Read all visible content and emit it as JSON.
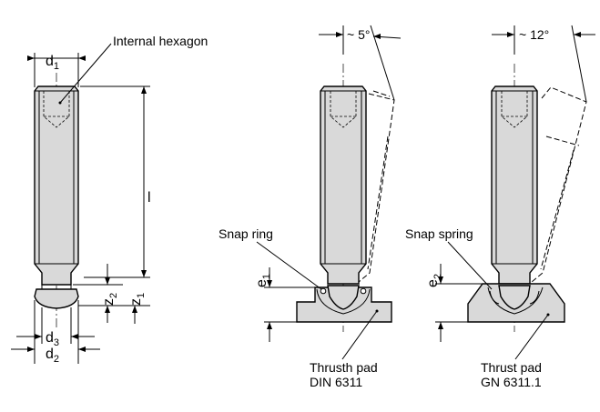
{
  "labels": {
    "internal_hexagon": "Internal hexagon",
    "snap_ring": "Snap ring",
    "snap_spring": "Snap spring",
    "thrust_pad_din_line1": "Thrusth pad",
    "thrust_pad_din_line2": "DIN 6311",
    "thrust_pad_gn_line1": "Thrust pad",
    "thrust_pad_gn_line2": "GN 6311.1",
    "angle_5": "~ 5°",
    "angle_12": "~ 12°"
  },
  "dimensions": {
    "d1": {
      "main": "d",
      "sub": "1"
    },
    "d2": {
      "main": "d",
      "sub": "2"
    },
    "d3": {
      "main": "d",
      "sub": "3"
    },
    "l": {
      "main": "l",
      "sub": ""
    },
    "z1": {
      "main": "z",
      "sub": "1"
    },
    "z2": {
      "main": "z",
      "sub": "2"
    },
    "e1": {
      "main": "e",
      "sub": "1"
    },
    "e2": {
      "main": "e",
      "sub": "2"
    }
  },
  "colors": {
    "body_fill": "#d9d9d9",
    "line": "#000000",
    "background": "#ffffff"
  }
}
